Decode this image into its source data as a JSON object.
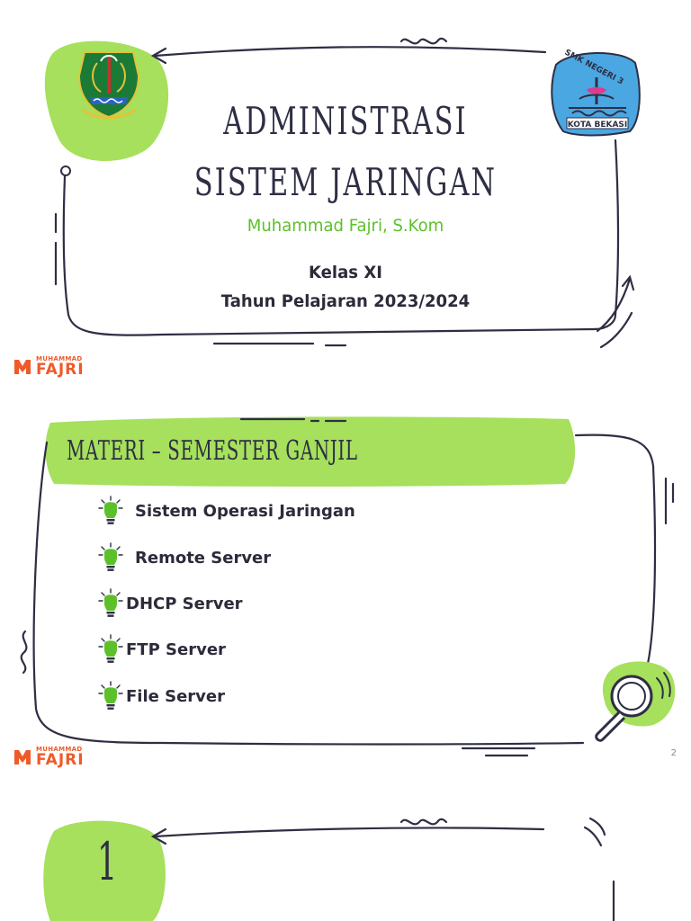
{
  "slide1": {
    "title_line1": "ADMINISTRASI",
    "title_line2": "SISTEM JARINGAN",
    "author": "Muhammad Fajri, S.Kom",
    "class_label": "Kelas XI",
    "year_label": "Tahun Pelajaran 2023/2024",
    "school_logo": {
      "top_text": "SMK NEGERI 3",
      "bottom_text": "KOTA BEKASI"
    },
    "province_logo_icon": "jawa-barat-emblem-icon"
  },
  "brand": {
    "small": "MUHAMMAD",
    "big": "FAJRI"
  },
  "slide2": {
    "heading": "MATERI – SEMESTER GANJIL",
    "items": [
      {
        "label": "Sistem Operasi Jaringan"
      },
      {
        "label": "Remote Server"
      },
      {
        "label": "DHCP Server"
      },
      {
        "label": "FTP Server"
      },
      {
        "label": "File Server"
      }
    ],
    "page_number": "2",
    "bullet_icon": "lightbulb-icon",
    "corner_icon": "magnifier-icon"
  },
  "slide3": {
    "number": "1"
  },
  "colors": {
    "accent_green": "#a6e05c",
    "author_green": "#5cc02b",
    "brand_orange": "#ef5a28",
    "ink": "#2e2e44"
  }
}
